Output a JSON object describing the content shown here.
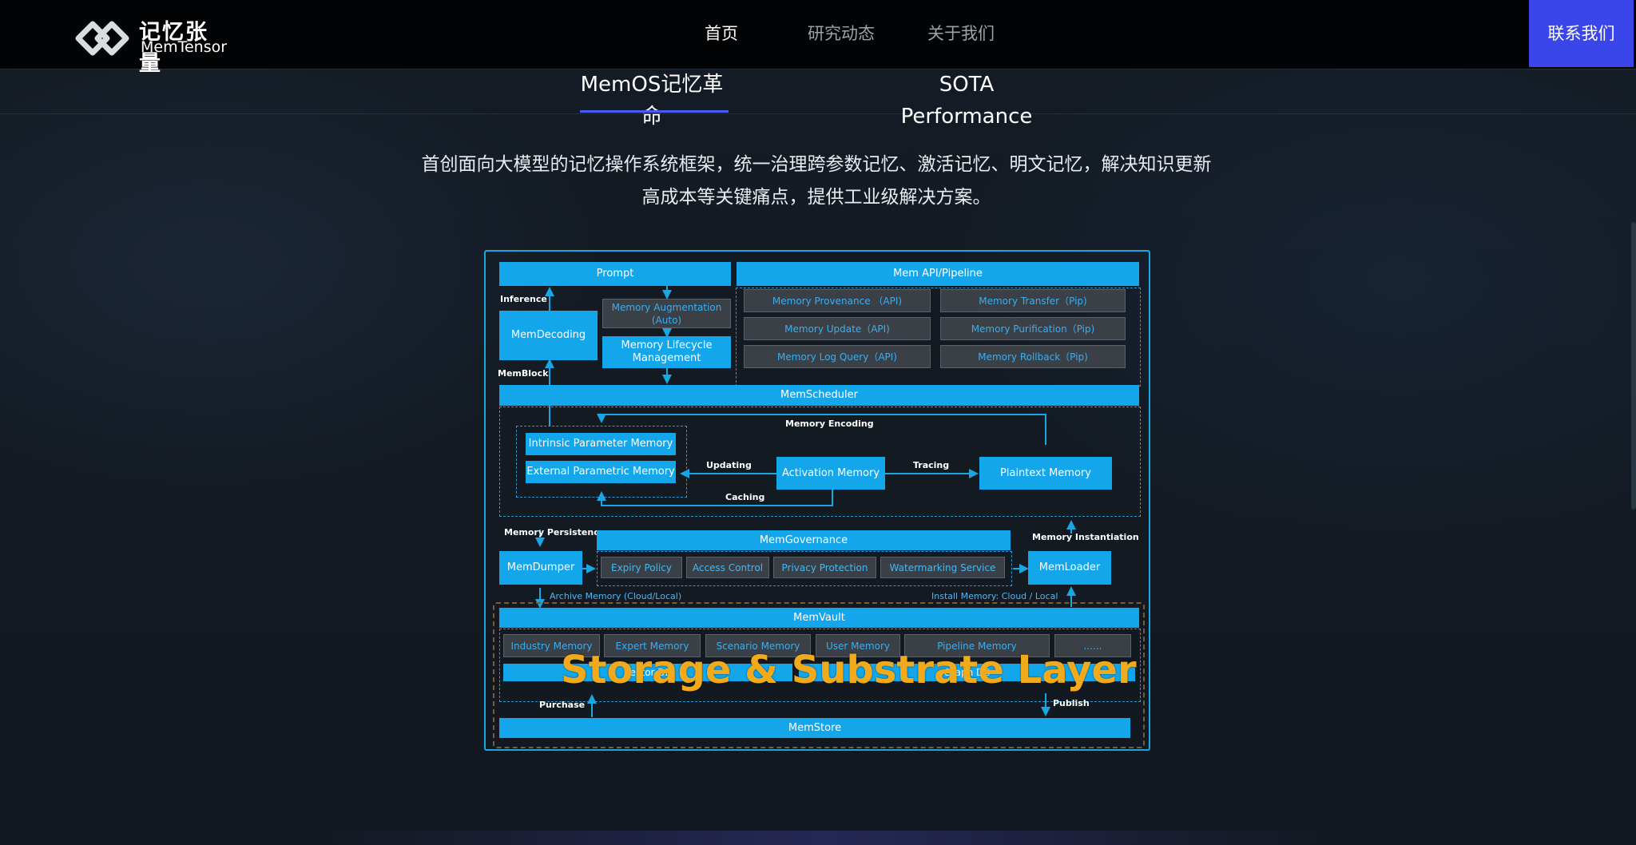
{
  "header": {
    "logo_cn": "记忆张量",
    "logo_en": "MemTensor",
    "nav": [
      {
        "label": "首页",
        "active": true
      },
      {
        "label": "研究动态",
        "active": false
      },
      {
        "label": "关于我们",
        "active": false
      }
    ],
    "contact_label": "联系我们",
    "accent_color": "#3b46ea"
  },
  "tabs": {
    "items": [
      {
        "label": "MemOS记忆革命",
        "active": true
      },
      {
        "label": "SOTA Performance",
        "active": false
      }
    ]
  },
  "intro": {
    "line1": "首创面向大模型的记忆操作系统框架，统一治理跨参数记忆、激活记忆、明文记忆，解决知识更新",
    "line2": "高成本等关键痛点，提供工业级解决方案。"
  },
  "diagram": {
    "prompt": "Prompt",
    "mem_api": "Mem API/Pipeline",
    "inference": "Inference",
    "memblock": "MemBlock",
    "memdecoding": "MemDecoding",
    "memory_augmentation": "Memory Augmentation (Auto)",
    "memory_lifecycle": "Memory Lifecycle Management",
    "api_items": [
      "Memory Provenance （API)",
      "Memory Transfer（Pip)",
      "Memory Update（API)",
      "Memory Purification（Pip)",
      "Memory Log Query（API)",
      "Memory Rollback（Pip)"
    ],
    "memscheduler": "MemScheduler",
    "memory_encoding": "Memory Encoding",
    "intrinsic_param": "Intrinsic Parameter Memory",
    "external_param": "External Parametric Memory",
    "updating": "Updating",
    "activation": "Activation Memory",
    "tracing": "Tracing",
    "plaintext": "Plaintext Memory",
    "caching": "Caching",
    "memory_persistence": "Memory Persistence",
    "memgovernance": "MemGovernance",
    "memory_instantiation": "Memory Instantiation",
    "memdumper": "MemDumper",
    "governance_items": [
      "Expiry Policy",
      "Access Control",
      "Privacy Protection",
      "Watermarking Service"
    ],
    "memloader": "MemLoader",
    "archive_memory": "Archive Memory (Cloud/Local)",
    "install_memory": "Install Memory: Cloud / Local",
    "memvault": "MemVault",
    "vault_items": [
      "Industry Memory",
      "Expert Memory",
      "Scenario Memory",
      "User Memory",
      "Pipeline Memory",
      "......"
    ],
    "vector_db": "Vector DB",
    "graph_db": "Graph DB",
    "storage_overlay": "Storage & Substrate Layer",
    "purchase": "Purchase",
    "publish": "Publish",
    "memstore": "MemStore",
    "box_color": "#13a6ea",
    "overlay_color": "#f0aa1c"
  }
}
